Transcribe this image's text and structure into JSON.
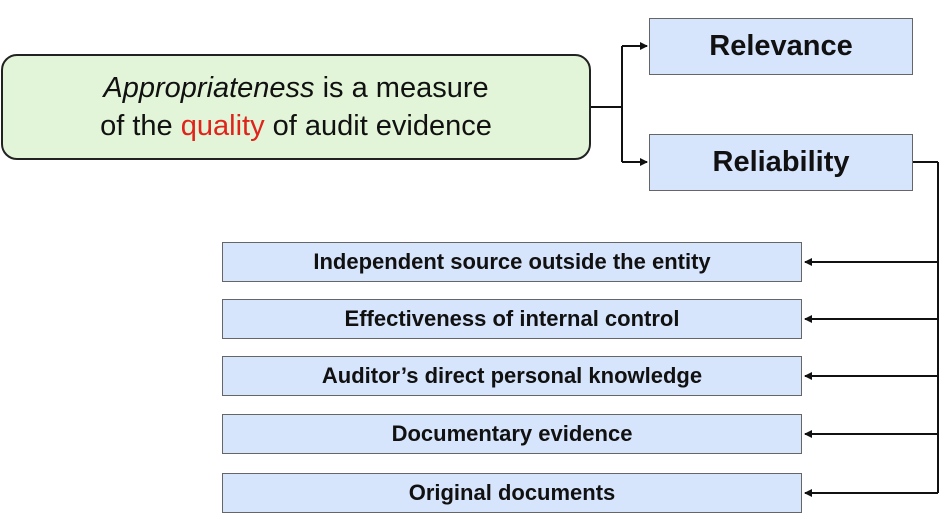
{
  "main_statement": {
    "part1_italic": "Appropriateness",
    "part2": " is a measure",
    "part3": "of the ",
    "part4_highlight": "quality",
    "part5": " of audit evidence",
    "highlight_color": "#e0231b",
    "fill_color": "#e2f5d8"
  },
  "branches": {
    "relevance": "Relevance",
    "reliability": "Reliability"
  },
  "reliability_factors": [
    "Independent source outside the entity",
    "Effectiveness of internal control",
    "Auditor’s direct personal knowledge",
    "Documentary evidence",
    "Original documents"
  ],
  "box_fill_color": "#d6e4fc"
}
